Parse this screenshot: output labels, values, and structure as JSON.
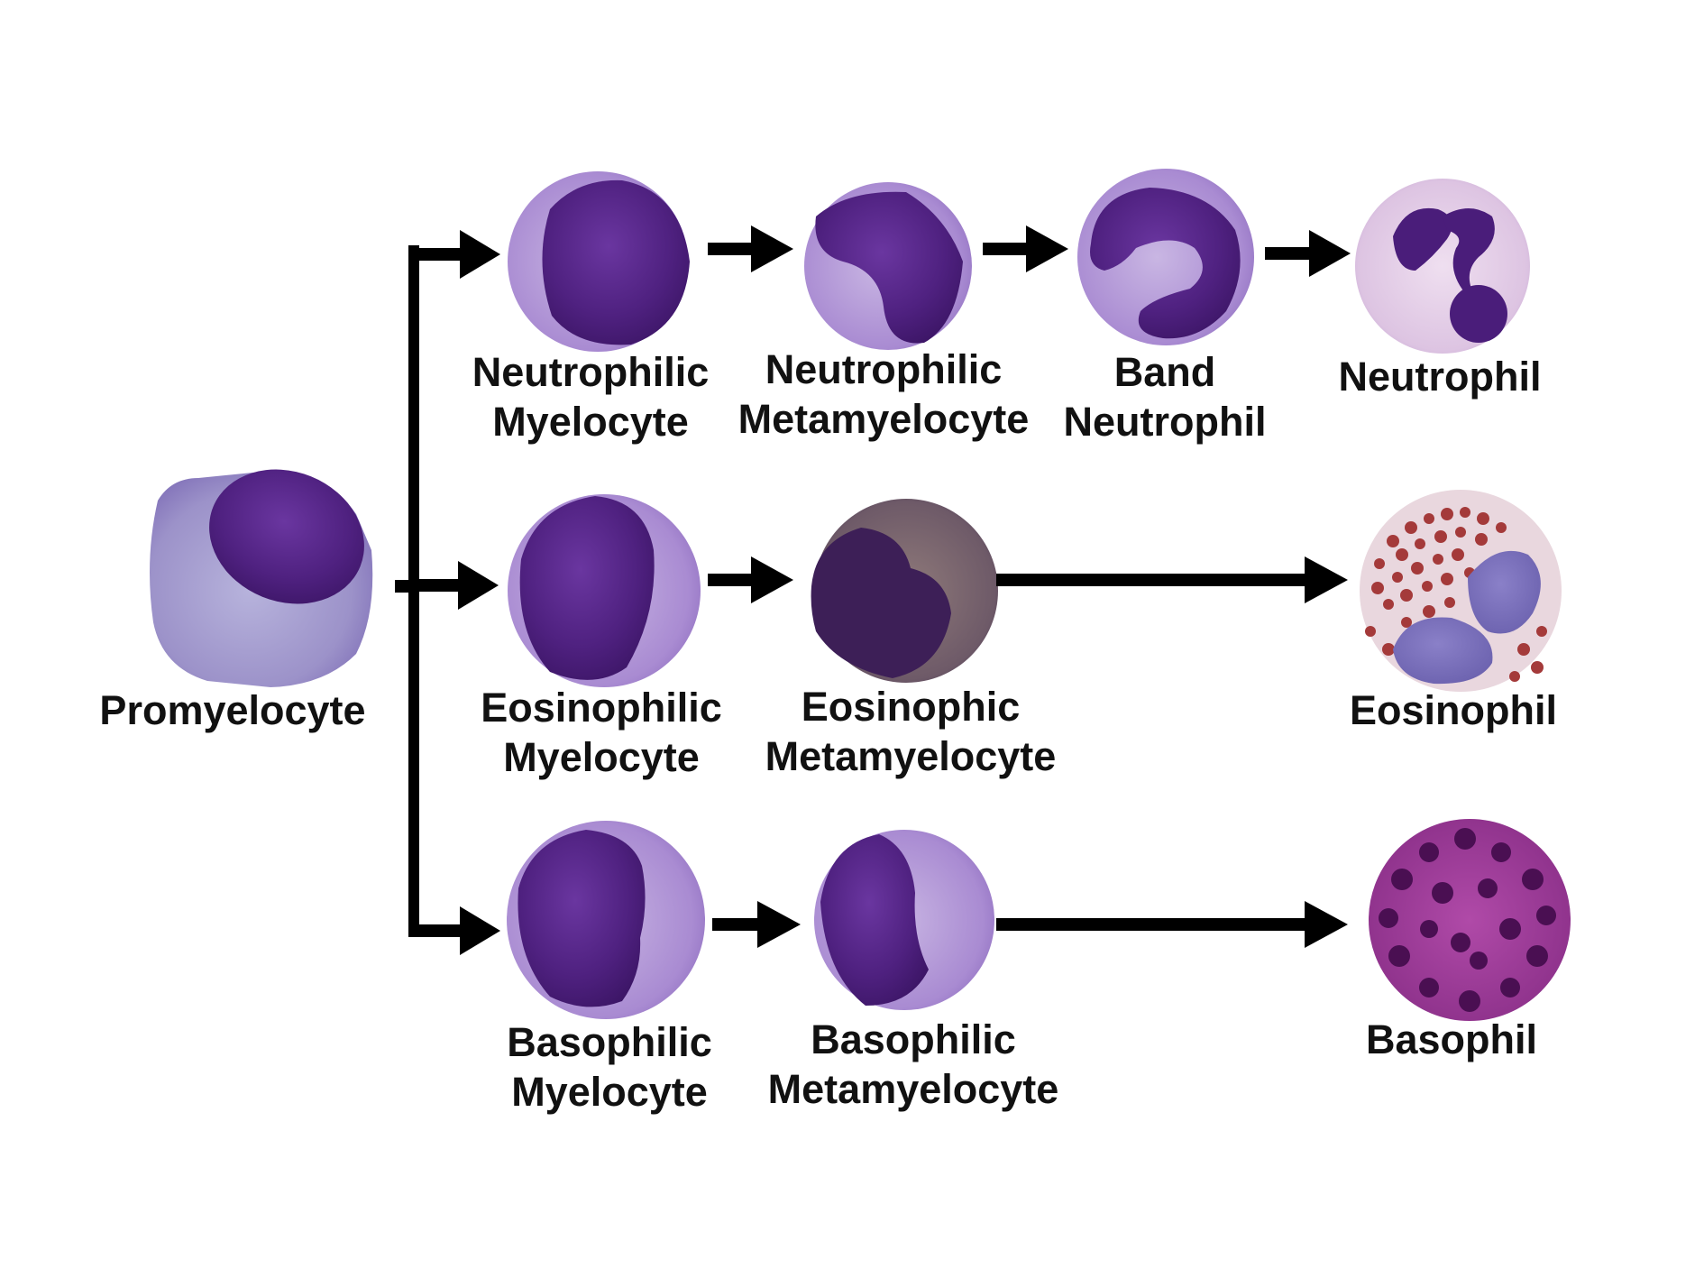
{
  "cells": {
    "promyelocyte": {
      "label": [
        "Promyelocyte"
      ],
      "icon": "promyelocyte-cell-icon"
    },
    "neutrophilic_myelocyte": {
      "label": [
        "Neutrophilic",
        "Myelocyte"
      ],
      "icon": "neutrophilic-myelocyte-cell-icon"
    },
    "neutrophilic_metamyelocyte": {
      "label": [
        "Neutrophilic",
        "Metamyelocyte"
      ],
      "icon": "neutrophilic-metamyelocyte-cell-icon"
    },
    "band_neutrophil": {
      "label": [
        "Band",
        "Neutrophil"
      ],
      "icon": "band-neutrophil-cell-icon"
    },
    "neutrophil": {
      "label": [
        "Neutrophil"
      ],
      "icon": "neutrophil-cell-icon"
    },
    "eosinophilic_myelocyte": {
      "label": [
        "Eosinophilic",
        "Myelocyte"
      ],
      "icon": "eosinophilic-myelocyte-cell-icon"
    },
    "eosinophic_metamyelocyte": {
      "label": [
        "Eosinophic",
        "Metamyelocyte"
      ],
      "icon": "eosinophic-metamyelocyte-cell-icon"
    },
    "eosinophil": {
      "label": [
        "Eosinophil"
      ],
      "icon": "eosinophil-cell-icon"
    },
    "basophilic_myelocyte": {
      "label": [
        "Basophilic",
        "Myelocyte"
      ],
      "icon": "basophilic-myelocyte-cell-icon"
    },
    "basophilic_metamyelocyte": {
      "label": [
        "Basophilic",
        "Metamyelocyte"
      ],
      "icon": "basophilic-metamyelocyte-cell-icon"
    },
    "basophil": {
      "label": [
        "Basophil"
      ],
      "icon": "basophil-cell-icon"
    }
  },
  "colors": {
    "arrow": "#000000",
    "label_text": "#111111",
    "nucleus_dark": "#3d1566",
    "nucleus_mid": "#5a2a8c",
    "cytoplasm_lilac": "#b9a6d8",
    "cytoplasm_pale_pink": "#e6cde3",
    "eosinophil_granule": "#a43a3a",
    "basophil_granule": "#6a1a6a"
  }
}
